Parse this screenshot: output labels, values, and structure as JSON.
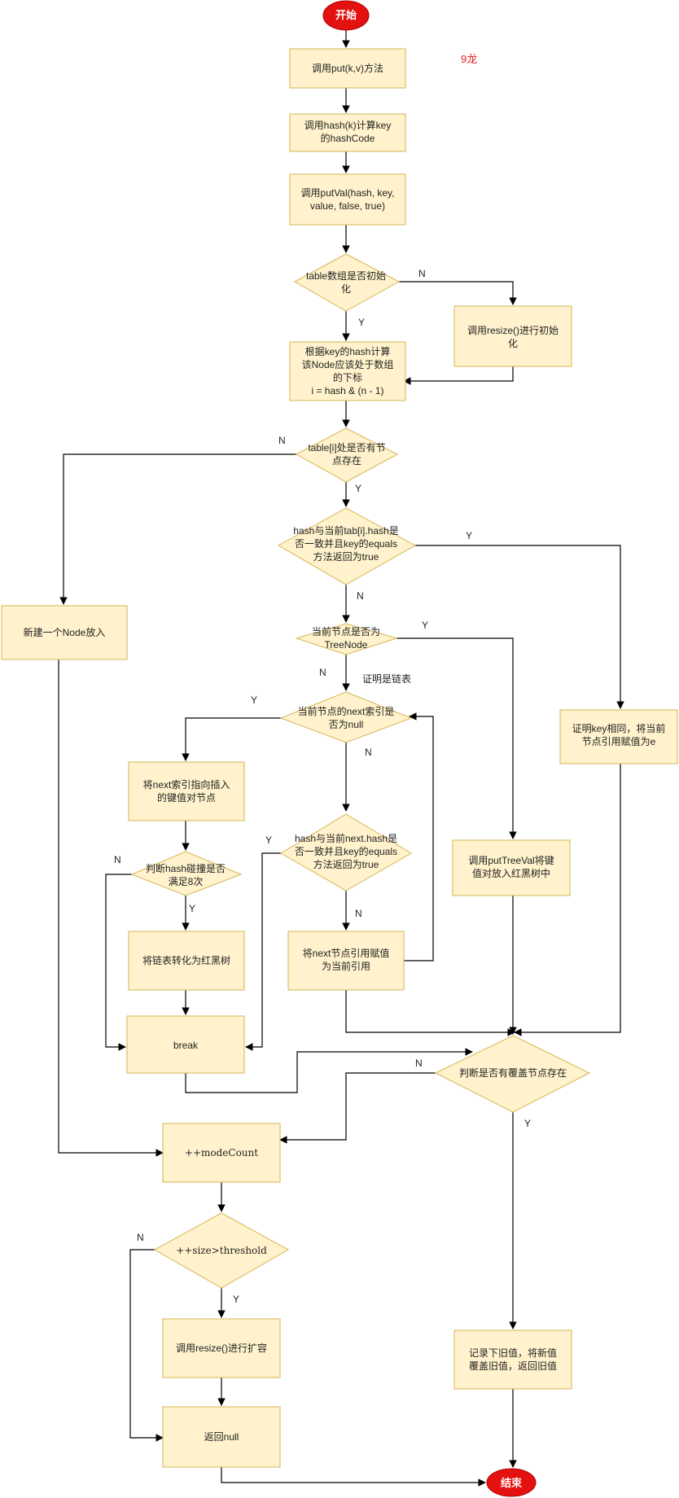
{
  "watermark": "9龙",
  "colors": {
    "terminal_fill": "#e3110f",
    "process_fill": "#fff2cc",
    "process_stroke": "#d6b656",
    "edge": "#000000"
  },
  "nodes": {
    "start": "开始",
    "call_put": "调用put(k,v)方法",
    "hash_l1": "调用hash(k)计算key",
    "hash_l2": "的hashCode",
    "putval_l1": "调用putVal(hash, key,",
    "putval_l2": "value, false, true)",
    "table_init_l1": "table数组是否初始",
    "table_init_l2": "化",
    "resize_init_l1": "调用resize()进行初始",
    "resize_init_l2": "化",
    "index_l1": "根据key的hash计算",
    "index_l2": "该Node应该处于数组",
    "index_l3": "的下标",
    "index_l4": "i = hash & (n - 1)",
    "has_node_l1": "table[i]处是否有节",
    "has_node_l2": "点存在",
    "new_node": "新建一个Node放入",
    "hash_eq_l1": "hash与当前tab[i].hash是",
    "hash_eq_l2": "否一致并且key的equals",
    "hash_eq_l3": "方法返回为true",
    "is_tree_l1": "当前节点是否为",
    "is_tree_l2": "TreeNode",
    "key_same_l1": "证明key相同，将当前",
    "key_same_l2": "节点引用赋值为e",
    "next_null_l1": "当前节点的next索引是",
    "next_null_l2": "否为null",
    "insert_next_l1": "将next索引指向插入",
    "insert_next_l2": "的键值对节点",
    "collide_l1": "判断hash碰撞是否",
    "collide_l2": "满足8次",
    "next_hash_l1": "hash与当前next.hash是",
    "next_hash_l2": "否一致并且key的equals",
    "next_hash_l3": "方法返回为true",
    "put_tree_l1": "调用putTreeVal将键",
    "put_tree_l2": "值对放入红黑树中",
    "to_tree": "将链表转化为红黑树",
    "assign_next_l1": "将next节点引用赋值",
    "assign_next_l2": "为当前引用",
    "break": "break",
    "override_check": "判断是否有覆盖节点存在",
    "mod_count": "++modeCount",
    "size_check": "++size>threshold",
    "record_old_l1": "记录下旧值，将新值",
    "record_old_l2": "覆盖旧值，返回旧值",
    "resize_expand": "调用resize()进行扩容",
    "return_null": "返回null",
    "end": "结束"
  },
  "edge_labels": {
    "table_init_n": "N",
    "table_init_y": "Y",
    "has_node_n": "N",
    "has_node_y": "Y",
    "hash_eq_y": "Y",
    "hash_eq_n": "N",
    "is_tree_y": "Y",
    "is_tree_n": "N",
    "linked_list_note": "证明是链表",
    "next_null_y": "Y",
    "next_null_n": "N",
    "collide_n": "N",
    "collide_y": "Y",
    "next_hash_y": "Y",
    "next_hash_n": "N",
    "override_n": "N",
    "override_y": "Y",
    "size_n": "N",
    "size_y": "Y"
  }
}
